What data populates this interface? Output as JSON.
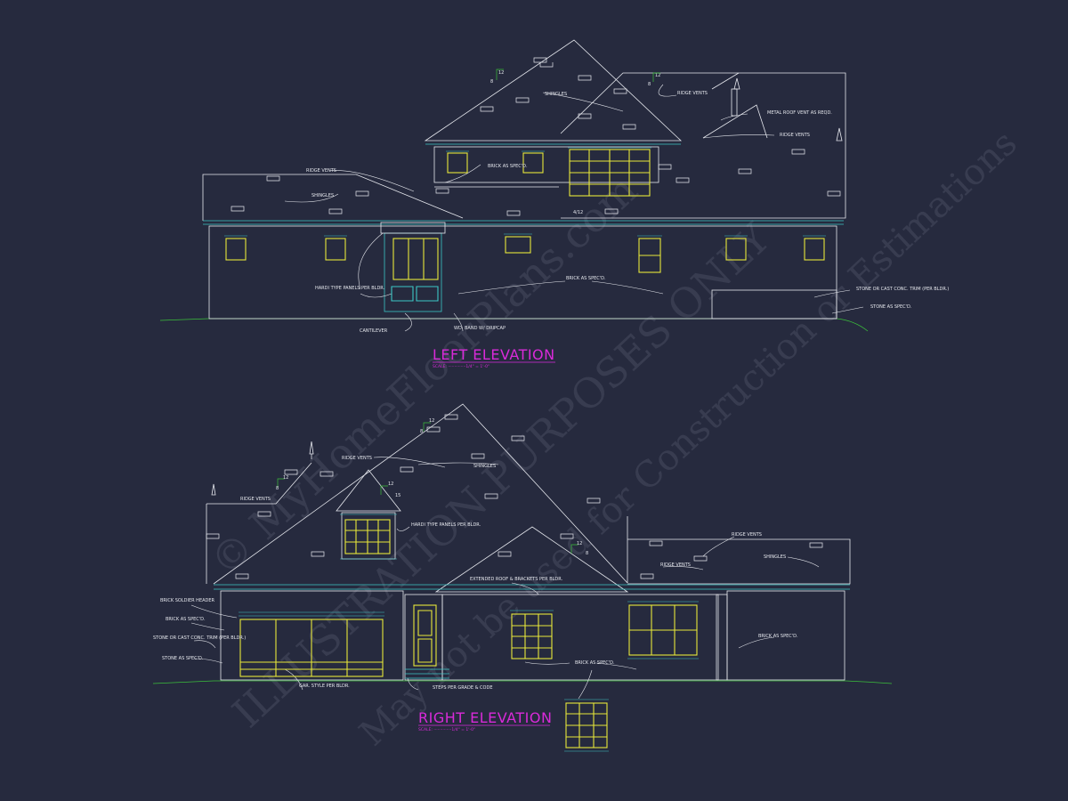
{
  "colors": {
    "background": "#262a3e",
    "linework": "#e6e8ee",
    "windows": "#e8e83a",
    "trim": "#3cc6c6",
    "titles": "#d92ad9",
    "grade": "#3bbf3b",
    "watermark": "#7a7f92"
  },
  "left_elevation": {
    "title": "LEFT ELEVATION",
    "scale": "SCALE: ··············1/4\" = 1'-0\"",
    "pitch_rise": "8",
    "pitch_run": "12",
    "pitch_secondary": "4/12",
    "labels": {
      "ridge_vents_top": "RIDGE VENTS",
      "shingles_top": "SHINGLES",
      "metal_roof_vent": "METAL ROOF VENT AS REQD.",
      "ridge_vents_right": "RIDGE VENTS",
      "brick_upper": "BRICK AS SPEC'D.",
      "ridge_vents_left": "RIDGE VENTS",
      "shingles_left": "SHINGLES",
      "hardi_panels": "HARDI TYPE PANELS PER BLDR.",
      "brick_lower": "BRICK AS SPEC'D.",
      "stone_trim": "STONE OR CAST CONC. TRIM (PER BLDR.)",
      "stone": "STONE AS SPEC'D.",
      "cantilever": "CANTILEVER",
      "wd_band": "WD. BAND W/ DRIPCAP"
    }
  },
  "right_elevation": {
    "title": "RIGHT ELEVATION",
    "scale": "SCALE: ··············1/4\" = 1'-0\"",
    "pitch_rise": "8",
    "pitch_run": "12",
    "pitch_rise_b": "15",
    "pitch_run_b": "12",
    "labels": {
      "ridge_vents_top": "RIDGE VENTS",
      "shingles_top": "SHINGLES",
      "ridge_vents_left": "RIDGE VENTS",
      "hardi_panels": "HARDI TYPE PANELS PER BLDR.",
      "extended_roof": "EXTENDED ROOF & BRACKETS PER BLDR.",
      "ridge_vents_right": "RIDGE VENTS",
      "shingles_right": "SHINGLES",
      "ridge_vents_mid": "RIDGE VENTS",
      "brick_soldier": "BRICK SOLDIER HEADER",
      "brick_left": "BRICK AS SPEC'D.",
      "stone_trim": "STONE OR CAST CONC. TRIM (PER BLDR.)",
      "stone": "STONE AS SPEC'D.",
      "brick_mid": "BRICK AS SPEC'D.",
      "brick_right": "BRICK AS SPEC'D.",
      "garage_door": "GAR. STYLE PER BLDR.",
      "steps": "STEPS PER GRADE & CODE"
    }
  },
  "watermark": {
    "line1": "© MyHomeFloorPlans.com",
    "line2": "ILLUSTRATION PURPOSES ONLY",
    "line3": "May not be used for Construction or Estimations"
  }
}
